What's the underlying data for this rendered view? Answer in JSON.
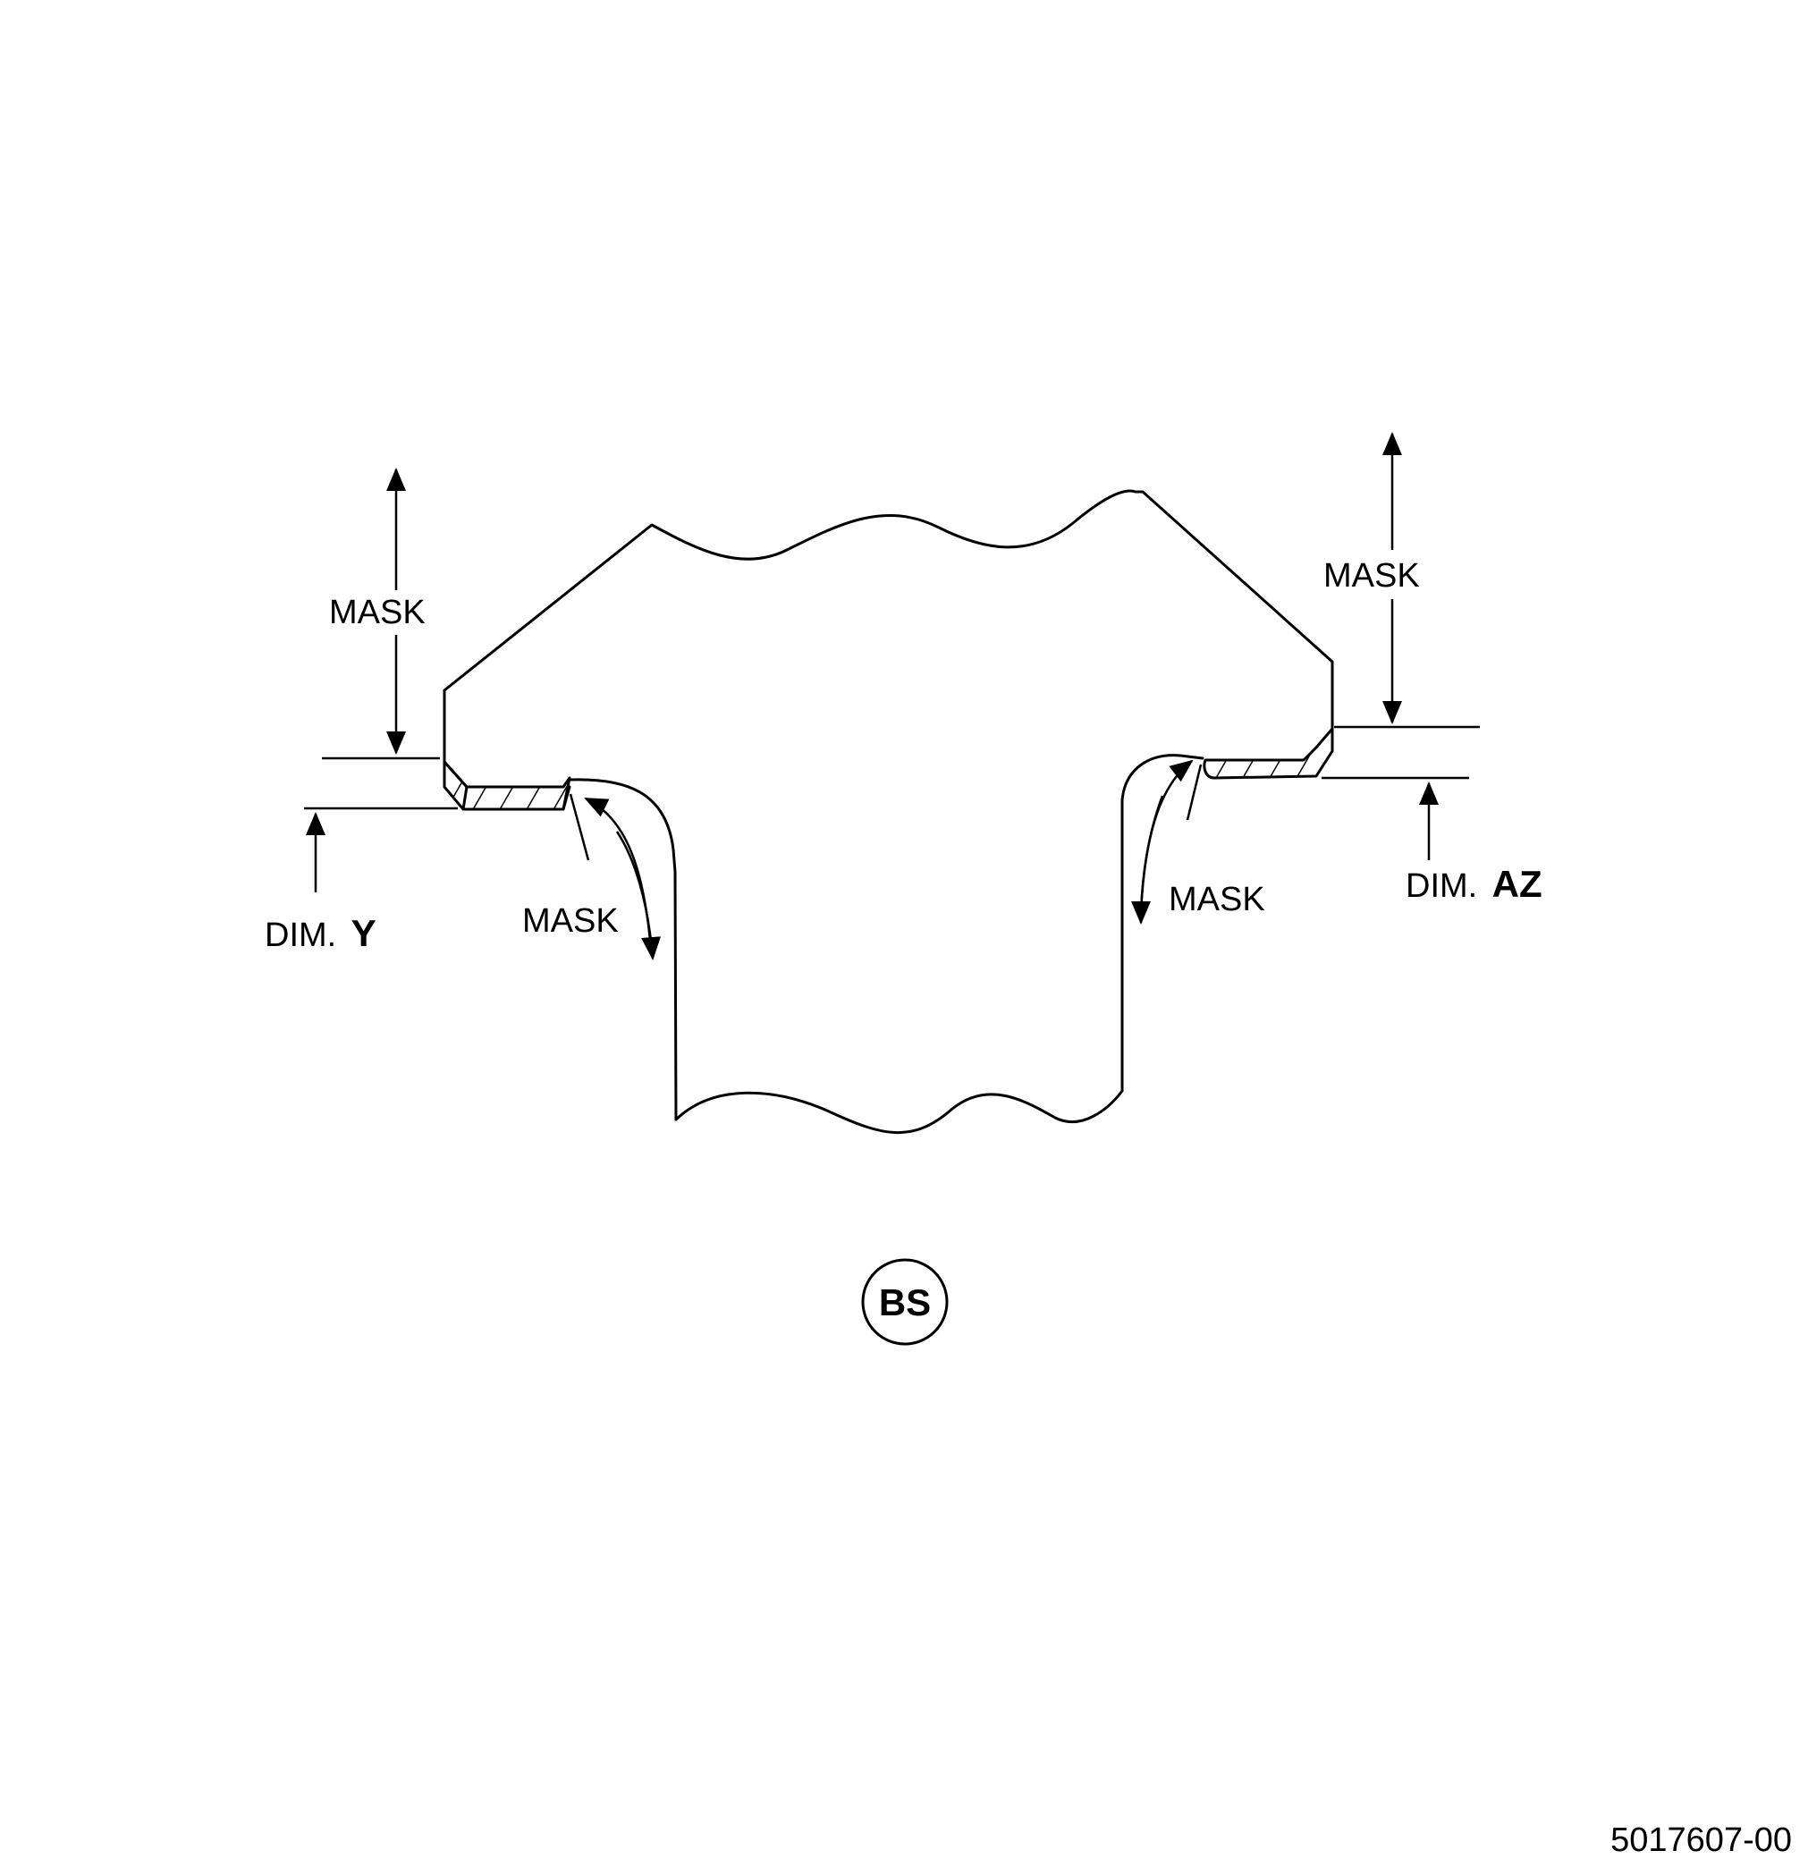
{
  "labels": {
    "mask_top_left": "MASK",
    "mask_top_right": "MASK",
    "mask_lower_left": "MASK",
    "mask_lower_right": "MASK",
    "dim_y_prefix": "DIM.",
    "dim_y_letter": "Y",
    "dim_az_prefix": "DIM.",
    "dim_az_letter": "AZ",
    "view_marker": "BS",
    "figure_number": "5017607-00"
  },
  "colors": {
    "line": "#000000",
    "background": "#ffffff"
  }
}
